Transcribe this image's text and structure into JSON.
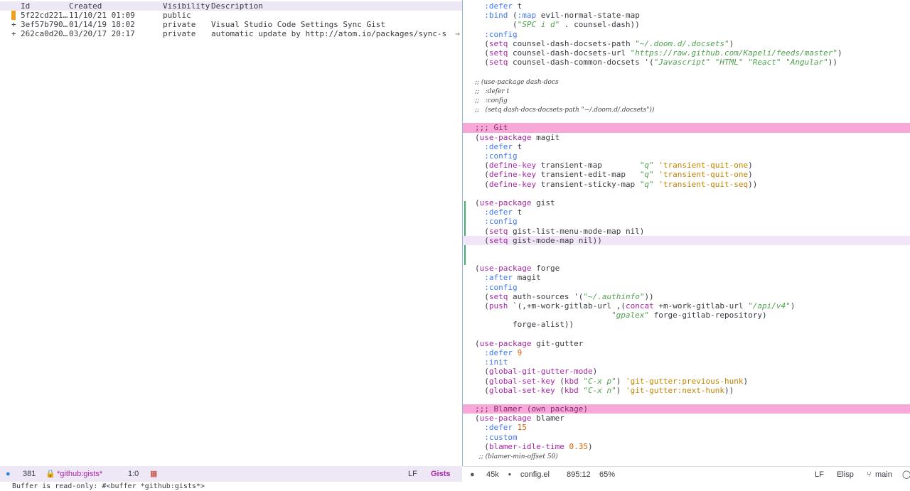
{
  "gists_table": {
    "headers": [
      "Id",
      "Created",
      "Visibility",
      "Description"
    ],
    "rows": [
      {
        "prefix": "",
        "id": "5f22cd221…",
        "created": "11/10/21 01:09",
        "visibility": "public",
        "description": ""
      },
      {
        "prefix": "+",
        "id": "3ef57b790…",
        "created": "01/14/19 18:02",
        "visibility": "private",
        "description": "Visual Studio Code Settings Sync Gist"
      },
      {
        "prefix": "+",
        "id": "262ca0d20…",
        "created": "03/20/17 20:17",
        "visibility": "private",
        "description": "automatic update by http://atom.io/packages/sync-sett"
      }
    ],
    "truncation_glyph": "→"
  },
  "editor": {
    "lines": [
      "  :defer t",
      "  :bind (:map evil-normal-state-map",
      "        (\"SPC i d\" . counsel-dash))",
      "  :config",
      "  (setq counsel-dash-docsets-path \"~/.doom.d/.docsets\")",
      "  (setq counsel-dash-docsets-url \"https://raw.github.com/Kapeli/feeds/master\")",
      "  (setq counsel-dash-common-docsets '(\"Javascript\" \"HTML\" \"React\" \"Angular\"))",
      "",
      ";; (use-package dash-docs",
      ";;   :defer t",
      ";;   :config",
      ";;   (setq dash-docs-docsets-path \"~/.doom.d/.docsets\"))",
      "",
      ";;; Git",
      "(use-package magit",
      "  :defer t",
      "  :config",
      "  (define-key transient-map        \"q\" 'transient-quit-one)",
      "  (define-key transient-edit-map   \"q\" 'transient-quit-one)",
      "  (define-key transient-sticky-map \"q\" 'transient-quit-seq))",
      "",
      "(use-package gist",
      "  :defer t",
      "  :config",
      "  (setq gist-list-menu-mode-map nil)",
      "  (setq gist-mode-map nil))",
      "",
      "",
      "(use-package forge",
      "  :after magit",
      "  :config",
      "  (setq auth-sources '(\"~/.authinfo\"))",
      "  (push `(,+m-work-gitlab-url ,(concat +m-work-gitlab-url \"/api/v4\")",
      "                             \"gpalex\" forge-gitlab-repository)",
      "        forge-alist))",
      "",
      "(use-package git-gutter",
      "  :defer 9",
      "  :init",
      "  (global-git-gutter-mode)",
      "  (global-set-key (kbd \"C-x p\") 'git-gutter:previous-hunk)",
      "  (global-set-key (kbd \"C-x n\") 'git-gutter:next-hunk))",
      "",
      ";;; Blamer (own package)",
      "(use-package blamer",
      "  :defer 15",
      "  :custom",
      "  (blamer-idle-time 0.35)",
      "  ;; (blamer-min-offset 50)"
    ]
  },
  "modeline_left": {
    "line_count": "381",
    "buffer_name": "*github:gists*",
    "position": "1:0",
    "line_ending": "LF",
    "mode": "Gists"
  },
  "modeline_right": {
    "size": "45k",
    "buffer_name": "config.el",
    "position": "895:12",
    "percent": "65%",
    "line_ending": "LF",
    "mode": "Elisp",
    "branch": "main"
  },
  "echo_area": {
    "message": "Buffer is read-only: #<buffer *github:gists*>"
  },
  "colors": {
    "heading_bg": "#f7a8d8",
    "header_bg": "#ede7f6",
    "marker": "#f0a020",
    "git_gutter": "#3cb371"
  }
}
